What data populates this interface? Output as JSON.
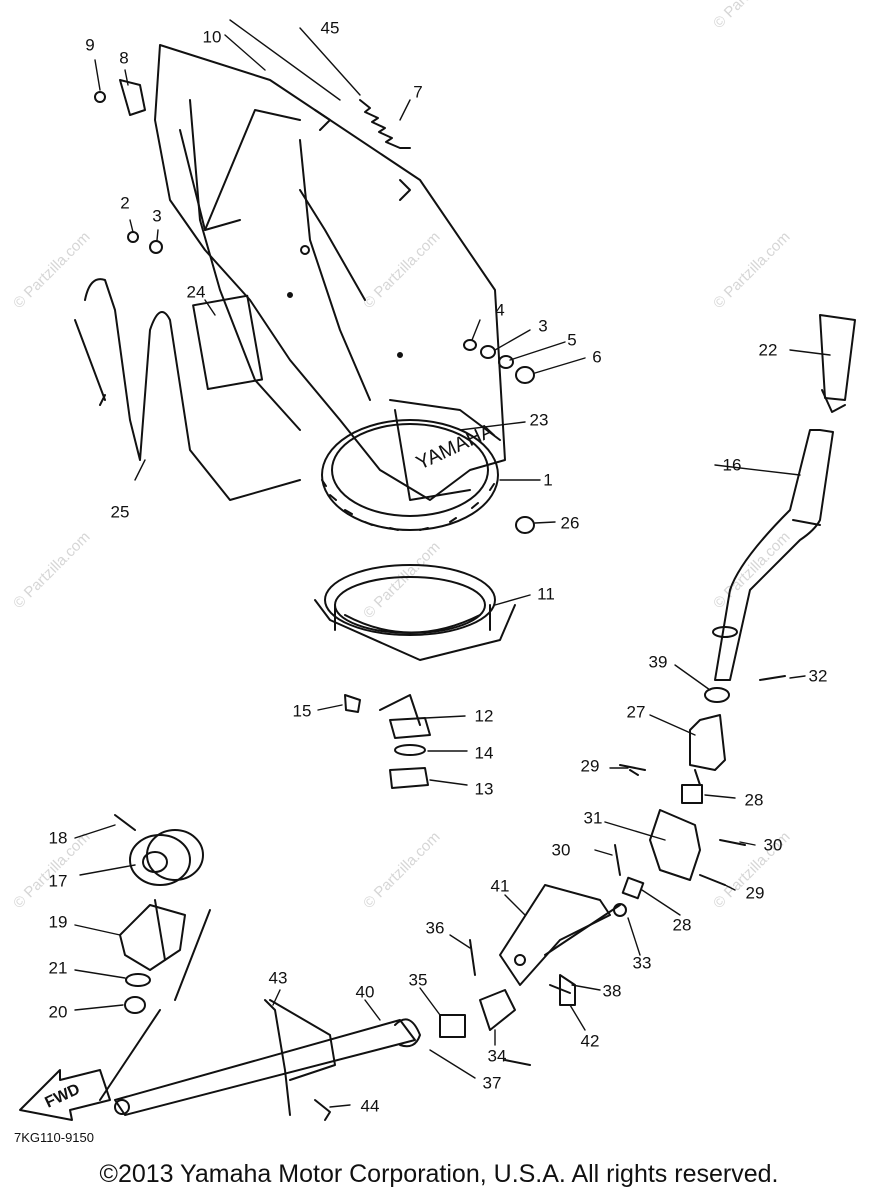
{
  "diagram": {
    "callouts": [
      {
        "id": "c45",
        "label": "45"
      },
      {
        "id": "c10",
        "label": "10"
      },
      {
        "id": "c9",
        "label": "9"
      },
      {
        "id": "c8",
        "label": "8"
      },
      {
        "id": "c7",
        "label": "7"
      },
      {
        "id": "c2",
        "label": "2"
      },
      {
        "id": "c3a",
        "label": "3"
      },
      {
        "id": "c24",
        "label": "24"
      },
      {
        "id": "c4",
        "label": "4"
      },
      {
        "id": "c3b",
        "label": "3"
      },
      {
        "id": "c5",
        "label": "5"
      },
      {
        "id": "c6",
        "label": "6"
      },
      {
        "id": "c22",
        "label": "22"
      },
      {
        "id": "c23",
        "label": "23"
      },
      {
        "id": "c16",
        "label": "16"
      },
      {
        "id": "c1",
        "label": "1"
      },
      {
        "id": "c25",
        "label": "25"
      },
      {
        "id": "c26",
        "label": "26"
      },
      {
        "id": "c11",
        "label": "11"
      },
      {
        "id": "c39",
        "label": "39"
      },
      {
        "id": "c32",
        "label": "32"
      },
      {
        "id": "c15",
        "label": "15"
      },
      {
        "id": "c12",
        "label": "12"
      },
      {
        "id": "c27",
        "label": "27"
      },
      {
        "id": "c14",
        "label": "14"
      },
      {
        "id": "c29a",
        "label": "29"
      },
      {
        "id": "c13",
        "label": "13"
      },
      {
        "id": "c28a",
        "label": "28"
      },
      {
        "id": "c31",
        "label": "31"
      },
      {
        "id": "c18",
        "label": "18"
      },
      {
        "id": "c30a",
        "label": "30"
      },
      {
        "id": "c30b",
        "label": "30"
      },
      {
        "id": "c17",
        "label": "17"
      },
      {
        "id": "c29b",
        "label": "29"
      },
      {
        "id": "c41",
        "label": "41"
      },
      {
        "id": "c28b",
        "label": "28"
      },
      {
        "id": "c19",
        "label": "19"
      },
      {
        "id": "c36",
        "label": "36"
      },
      {
        "id": "c33",
        "label": "33"
      },
      {
        "id": "c21",
        "label": "21"
      },
      {
        "id": "c43",
        "label": "43"
      },
      {
        "id": "c40",
        "label": "40"
      },
      {
        "id": "c35",
        "label": "35"
      },
      {
        "id": "c38",
        "label": "38"
      },
      {
        "id": "c20",
        "label": "20"
      },
      {
        "id": "c42",
        "label": "42"
      },
      {
        "id": "c34",
        "label": "34"
      },
      {
        "id": "c37",
        "label": "37"
      },
      {
        "id": "c44",
        "label": "44"
      }
    ],
    "chute_brand": "YAMAHA",
    "fwd_arrow_label": "FWD",
    "diagram_code": "7KG110-9150",
    "copyright": "©2013 Yamaha Motor Corporation, U.S.A. All rights reserved.",
    "watermark": "© Partzilla.com"
  },
  "colors": {
    "line": "#111111",
    "watermark": "#d6d6d6",
    "background": "#ffffff"
  }
}
